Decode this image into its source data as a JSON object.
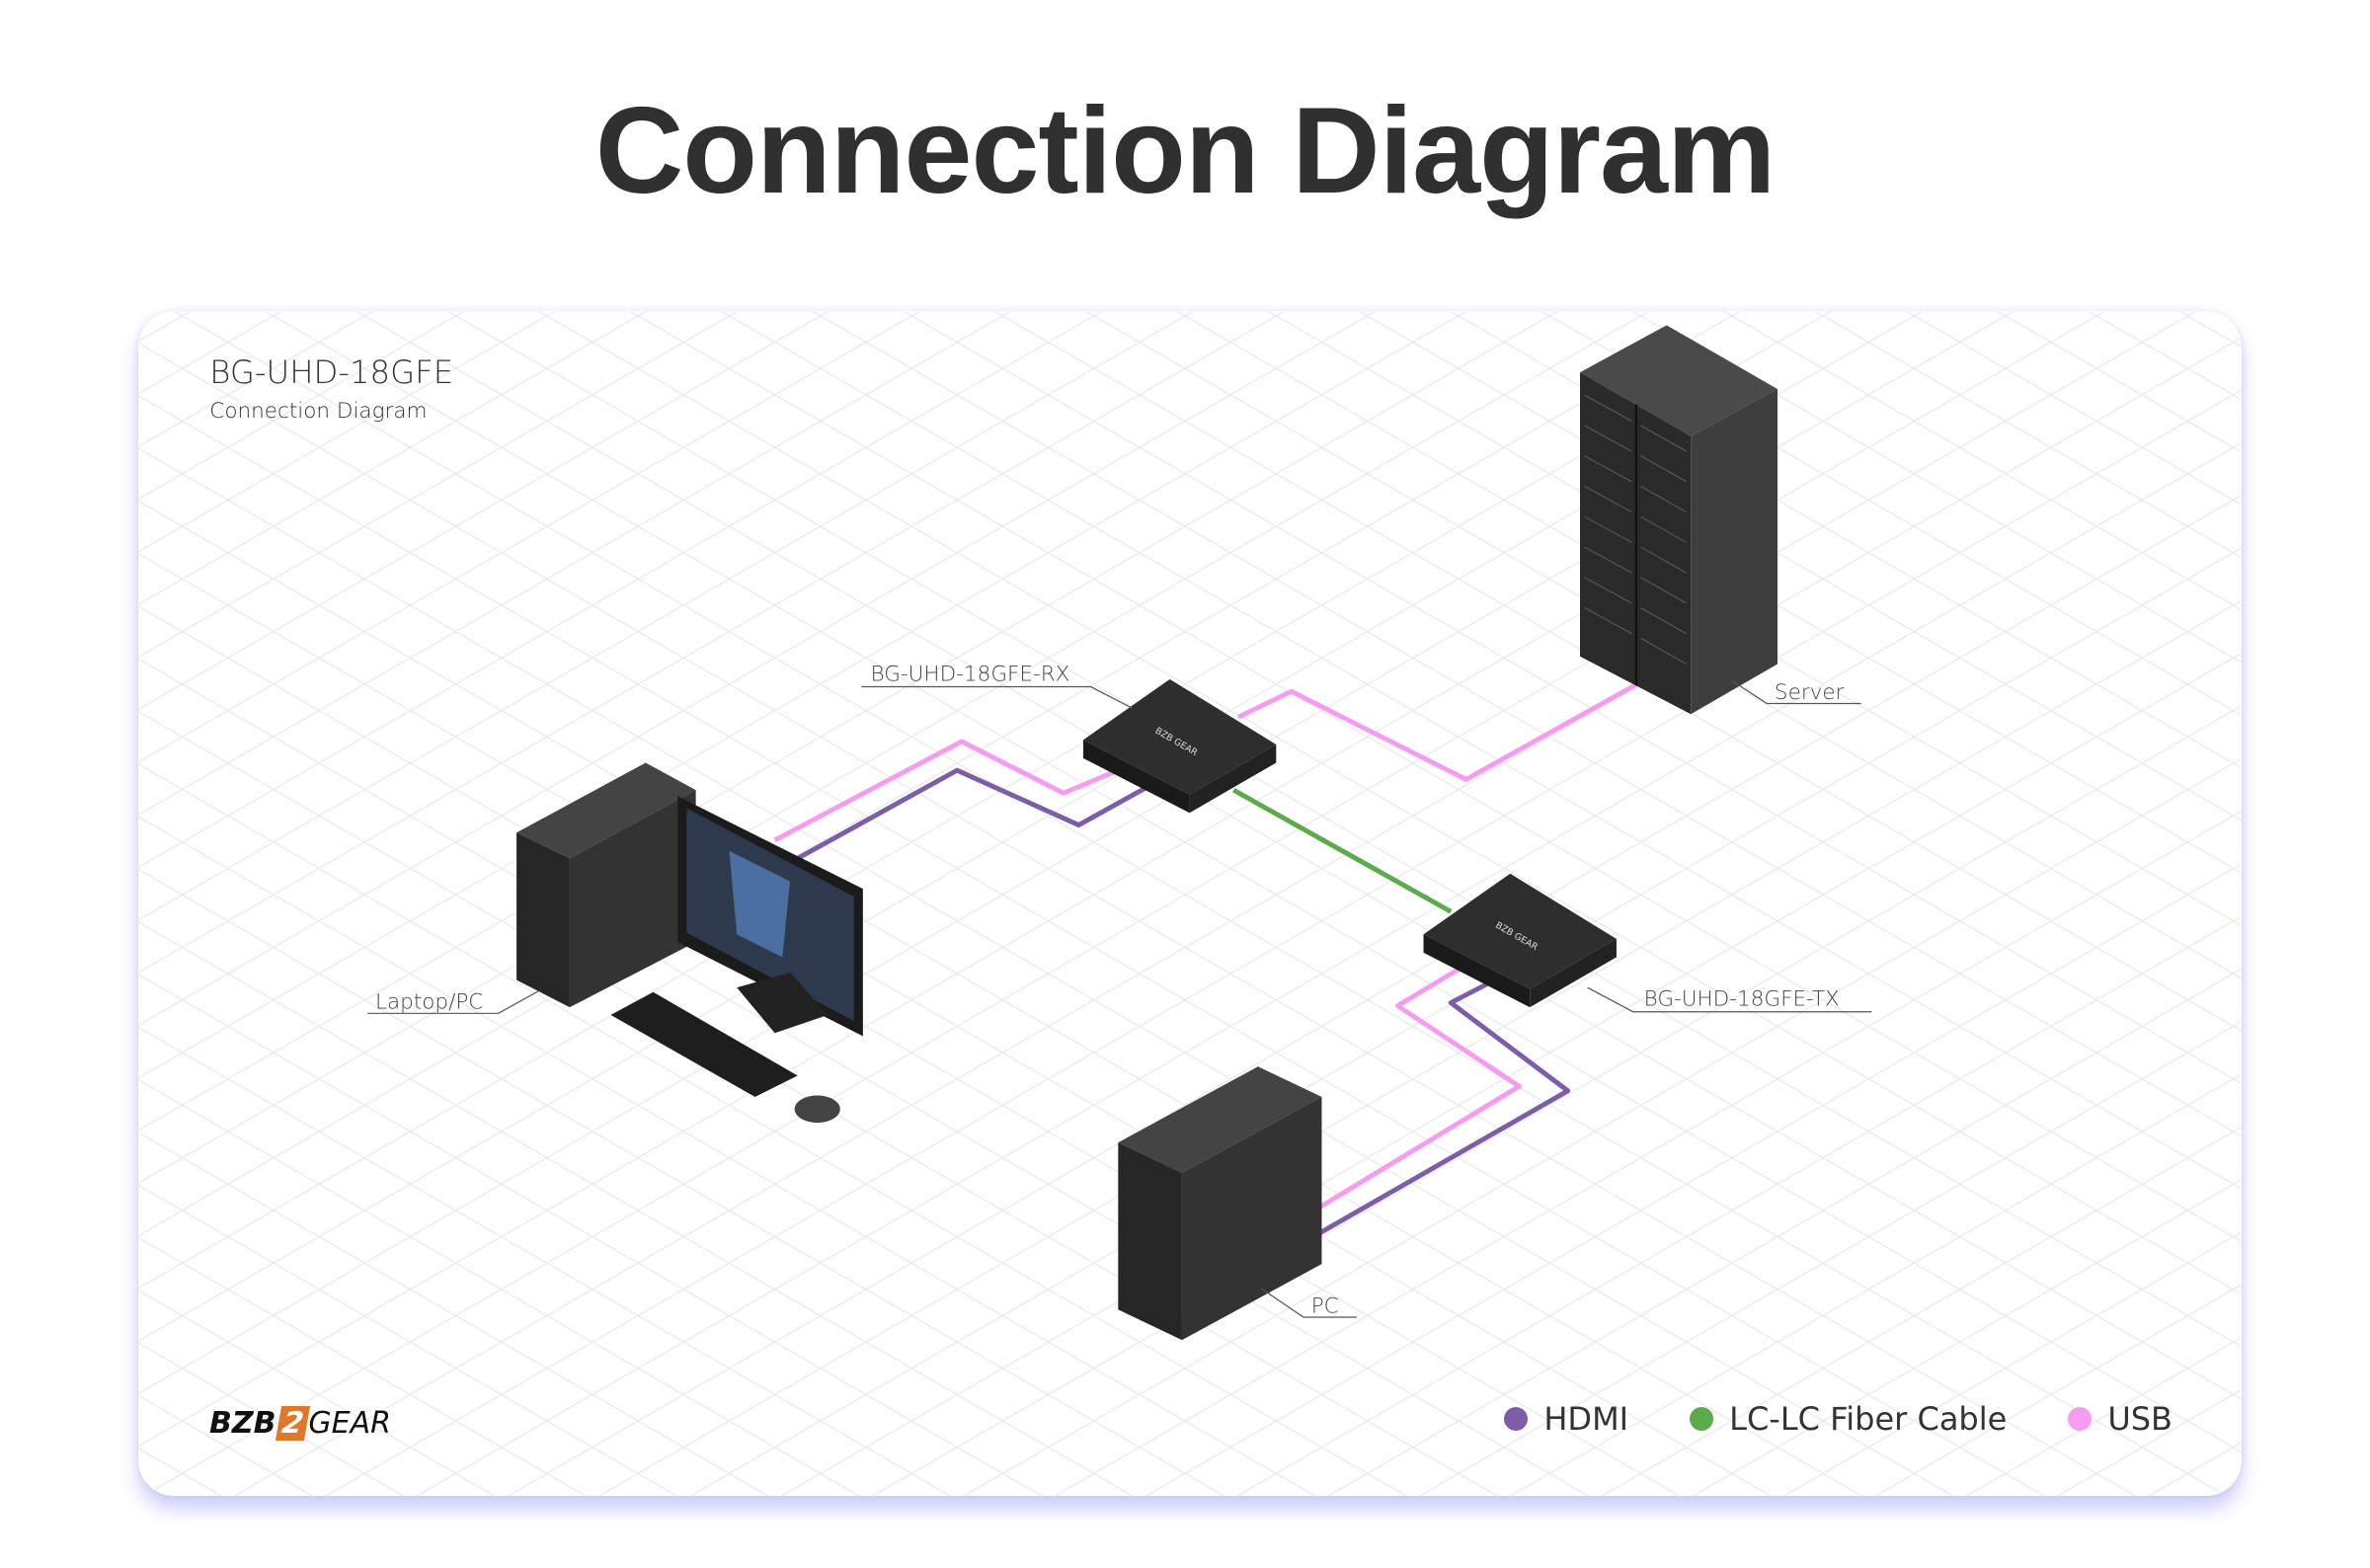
{
  "page_title": "Connection Diagram",
  "diagram": {
    "product": "BG-UHD-18GFE",
    "subtitle": "Connection Diagram",
    "devices": {
      "rx": "BG-UHD-18GFE-RX",
      "tx": "BG-UHD-18GFE-TX",
      "server": "Server",
      "laptop": "Laptop/PC",
      "pc": "PC"
    }
  },
  "logo": {
    "part1": "BZB",
    "part2": "2",
    "part3": "GEAR"
  },
  "legend": [
    {
      "label": "HDMI",
      "color": "#7b5ea7"
    },
    {
      "label": "LC-LC Fiber Cable",
      "color": "#5aab4a"
    },
    {
      "label": "USB",
      "color": "#f59cf0"
    }
  ]
}
